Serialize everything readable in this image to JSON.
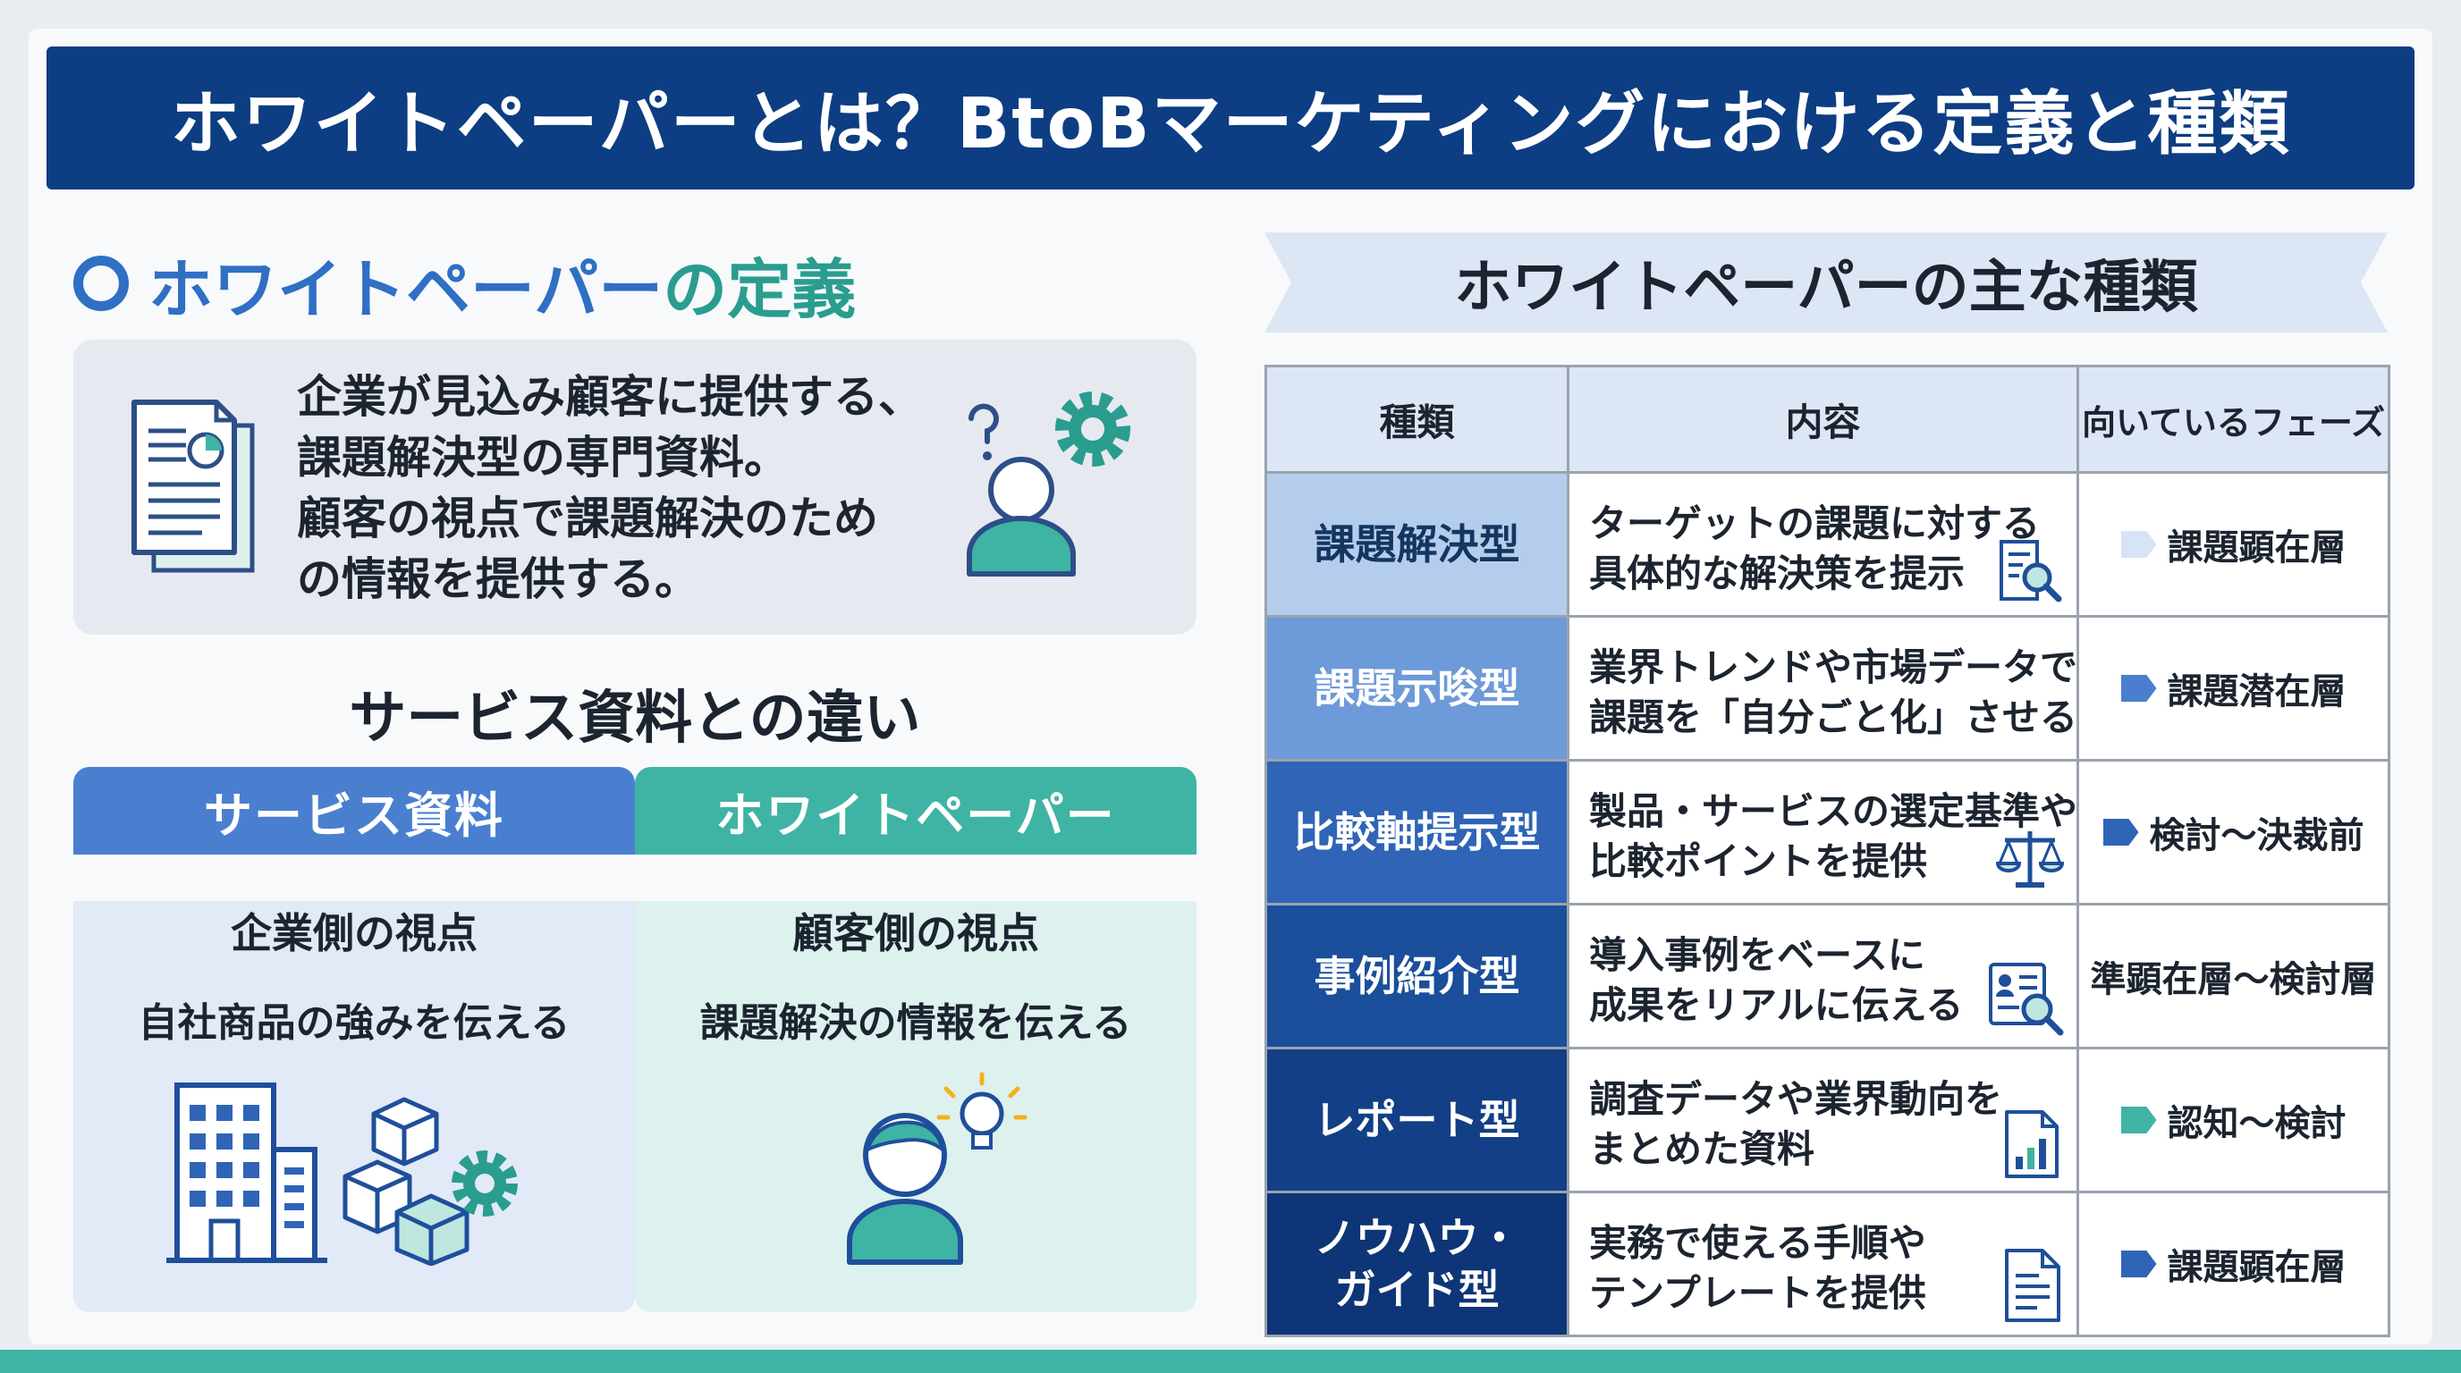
{
  "title": "ホワイトペーパーとは？BtoBマーケティングにおける定義と種類",
  "definition": {
    "heading_main": "ホワイトペーパー",
    "heading_suffix": "の定義",
    "lines": [
      "企業が見込み顧客に提供する、",
      "課題解決型の専門資料。",
      "顧客の視点で課題解決のため",
      "の情報を提供する。"
    ]
  },
  "difference": {
    "title": "サービス資料との違い",
    "service": {
      "header": "サービス資料",
      "line1": "企業側の視点",
      "line2": "自社商品の強みを伝える"
    },
    "whitepaper": {
      "header": "ホワイトペーパー",
      "line1": "顧客側の視点",
      "line2": "課題解決の情報を伝える"
    }
  },
  "types": {
    "heading": "ホワイトペーパーの主な種類",
    "columns": [
      "種類",
      "内容",
      "向いているフェーズ"
    ],
    "rows": [
      {
        "category": "課題解決型",
        "content": [
          "ターゲットの課題に対する",
          "具体的な解決策を提示"
        ],
        "icon": "document-search-icon",
        "phase": "課題顕在層",
        "cat_color": "#b5cdec",
        "cat_text": "#14365f",
        "tag_color": "#d6e4f5"
      },
      {
        "category": "課題示唆型",
        "content": [
          "業界トレンドや市場データで",
          "課題を「自分ごと化」させる"
        ],
        "icon": "",
        "phase": "課題潜在層",
        "cat_color": "#6d9ad8",
        "cat_text": "#ffffff",
        "tag_color": "#4a7fd0"
      },
      {
        "category": "比較軸提示型",
        "content": [
          "製品・サービスの選定基準や",
          "比較ポイントを提供"
        ],
        "icon": "scales-icon",
        "phase": "検討〜決裁前",
        "cat_color": "#2f64b6",
        "cat_text": "#ffffff",
        "tag_color": "#2f64b6"
      },
      {
        "category": "事例紹介型",
        "content": [
          "導入事例をベースに",
          "成果をリアルに伝える"
        ],
        "icon": "profile-search-icon",
        "phase": "準顕在層〜検討層",
        "cat_color": "#1b4e9b",
        "cat_text": "#ffffff",
        "tag_color": ""
      },
      {
        "category": "レポート型",
        "content": [
          "調査データや業界動向を",
          "まとめた資料"
        ],
        "icon": "report-chart-icon",
        "phase": "認知〜検討",
        "cat_color": "#123f86",
        "cat_text": "#ffffff",
        "tag_color": "#3fb3a4"
      },
      {
        "category": "ノウハウ・\nガイド型",
        "content": [
          "実務で使える手順や",
          "テンプレートを提供"
        ],
        "icon": "document-lines-icon",
        "phase": "課題顕在層",
        "cat_color": "#0d3577",
        "cat_text": "#ffffff",
        "tag_color": "#2f64b6"
      }
    ]
  }
}
